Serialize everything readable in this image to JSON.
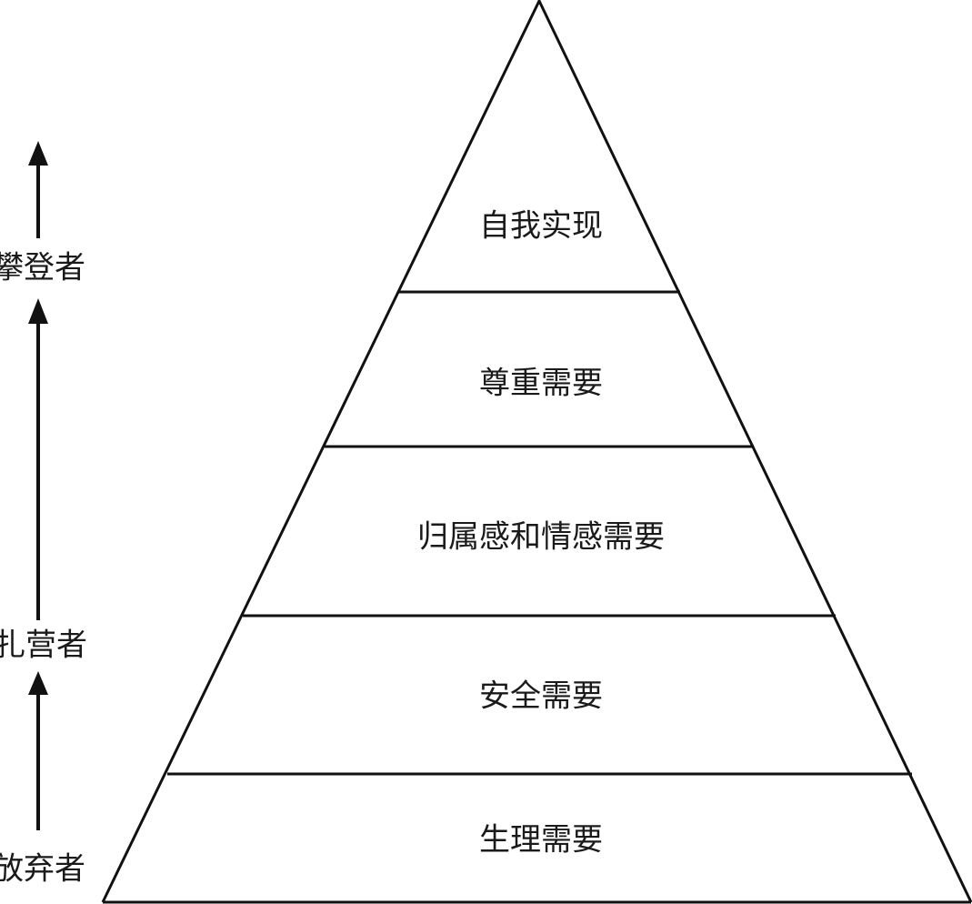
{
  "pyramid": {
    "levels": [
      {
        "label": "自我实现"
      },
      {
        "label": "尊重需要"
      },
      {
        "label": "归属感和情感需要"
      },
      {
        "label": "安全需要"
      },
      {
        "label": "生理需要"
      }
    ]
  },
  "side_scale": {
    "labels": [
      {
        "label": "攀登者"
      },
      {
        "label": "扎营者"
      },
      {
        "label": "放弃者"
      }
    ]
  }
}
